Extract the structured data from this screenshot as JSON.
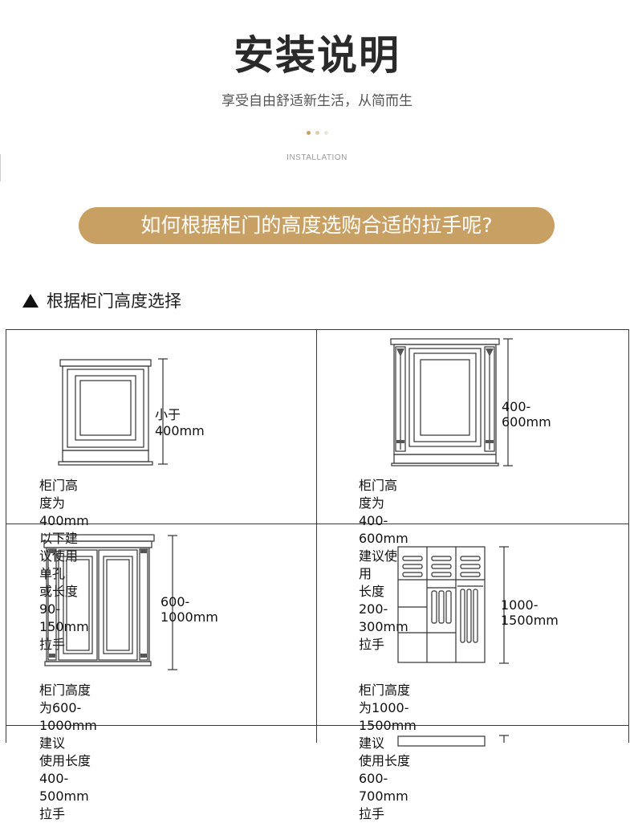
{
  "header": {
    "title": "安装说明",
    "subtitle": "享受自由舒适新生活，从简而生",
    "english_label": "INSTALLATION"
  },
  "banner": {
    "text": "如何根据柜门的高度选购合适的拉手呢?",
    "color": "#c9a063"
  },
  "section": {
    "title": "根据柜门高度选择"
  },
  "dots_colors": [
    "#c9a063",
    "#e0ccaa",
    "#ede4d6"
  ],
  "cells": [
    {
      "dimension": "小于400mm",
      "desc_line1": "柜门高度为400mm以下建议使用单孔",
      "desc_line2": "或长度90-150mm拉手"
    },
    {
      "dimension": "400-600mm",
      "desc_line1": "柜门高度为400-600mm建议使用",
      "desc_line2": "长度200-300mm拉手"
    },
    {
      "dimension": "600-1000mm",
      "desc_line1": "柜门高度为600-1000mm建议",
      "desc_line2": "使用长度400-500mm拉手"
    },
    {
      "dimension": "1000-1500mm",
      "desc_line1": "柜门高度为1000-1500mm建议",
      "desc_line2": "使用长度600-700mm拉手"
    }
  ]
}
